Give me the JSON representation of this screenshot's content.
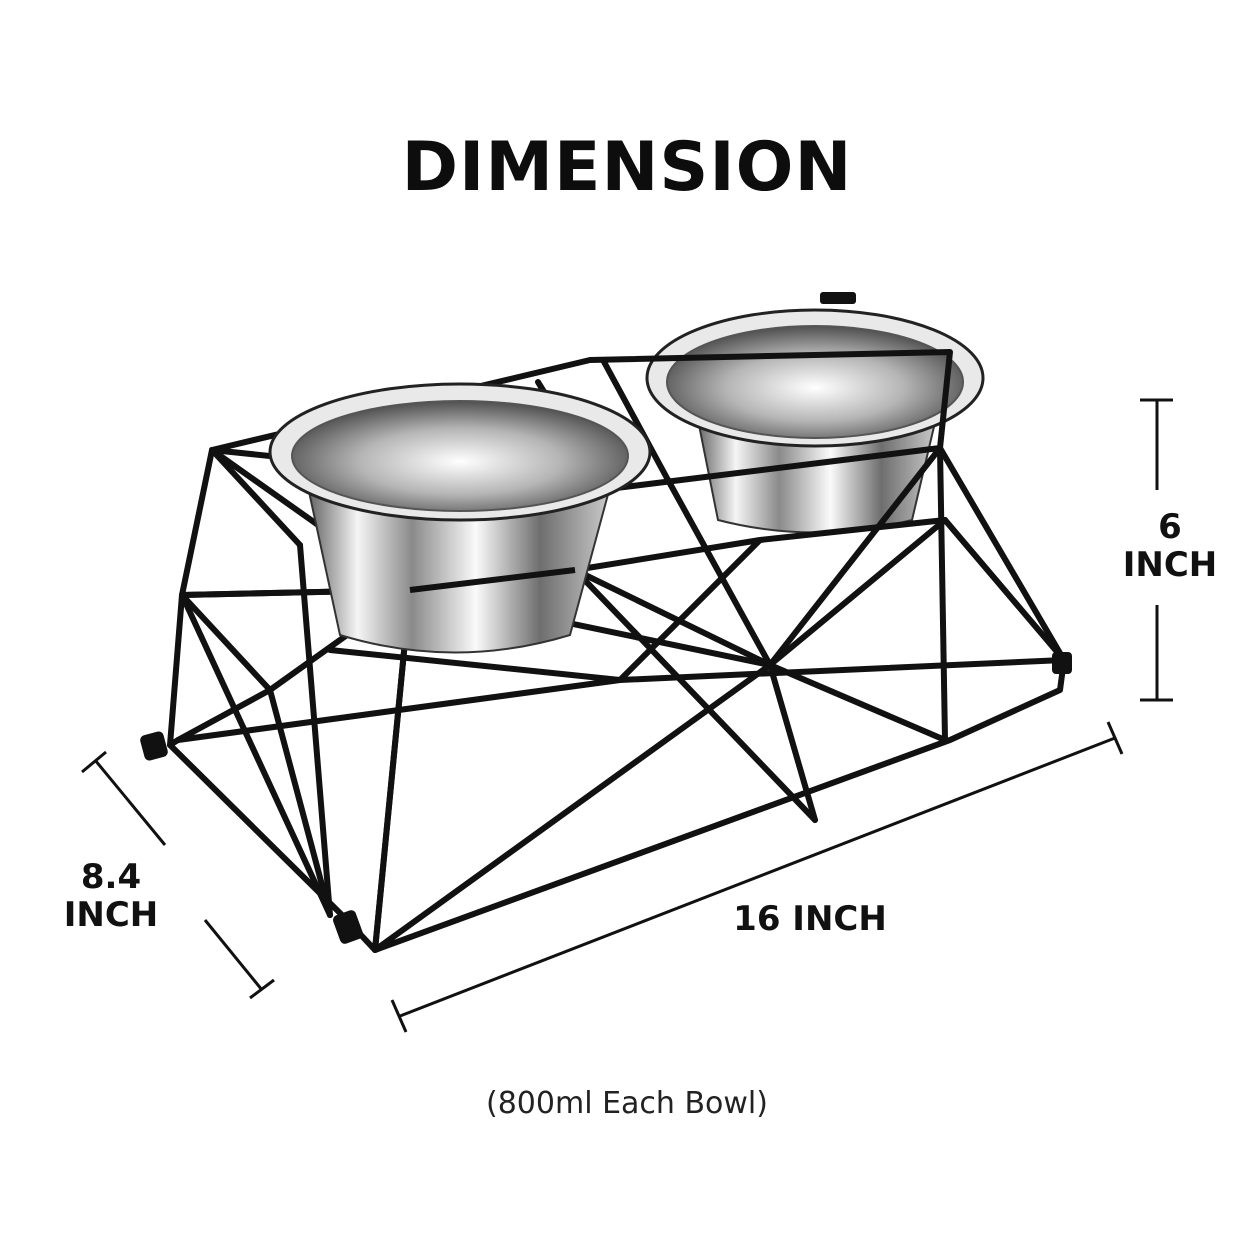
{
  "title": "DIMENSION",
  "dimensions": {
    "height": {
      "value": "6",
      "unit": "INCH"
    },
    "depth": {
      "value": "8.4",
      "unit": "INCH"
    },
    "length": {
      "text": "16 INCH"
    }
  },
  "caption": "(800ml Each Bowl)",
  "colors": {
    "frame": "#111111",
    "steel_light": "#f2f2f2",
    "steel_dark": "#5a5a5a"
  }
}
